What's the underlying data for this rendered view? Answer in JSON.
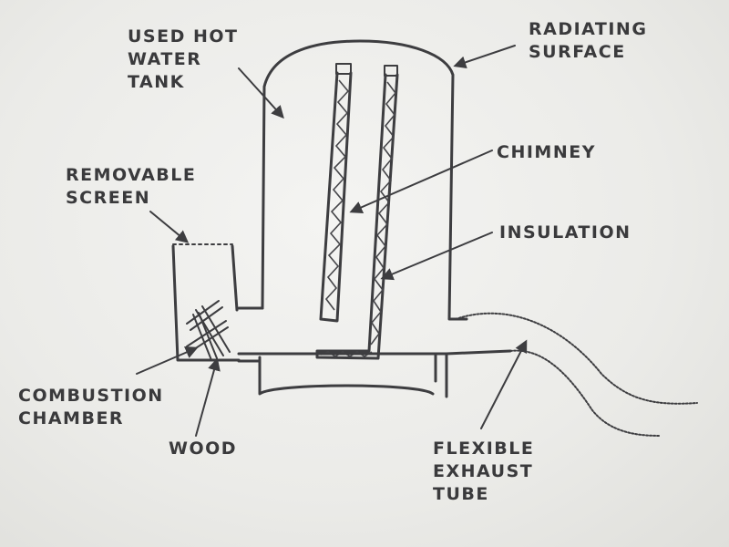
{
  "labels": {
    "tank": [
      "USED HOT",
      "WATER",
      "TANK"
    ],
    "radiating": [
      "RADIATING",
      "SURFACE"
    ],
    "chimney": [
      "CHIMNEY"
    ],
    "insulation": [
      "INSULATION"
    ],
    "screen": [
      "REMOVABLE",
      "SCREEN"
    ],
    "combustion": [
      "COMBUSTION",
      "CHAMBER"
    ],
    "wood": [
      "WOOD"
    ],
    "exhaust": [
      "FLEXIBLE",
      "EXHAUST",
      "TUBE"
    ]
  },
  "colors": {
    "ink": "#3d3d40",
    "paper": "#ececea"
  }
}
